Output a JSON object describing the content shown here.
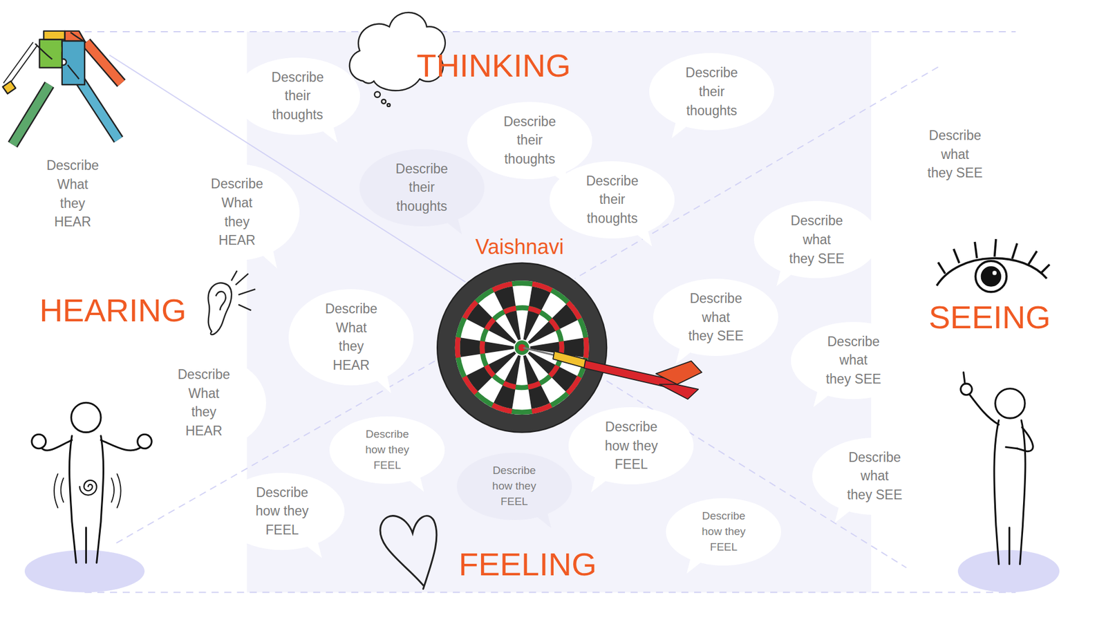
{
  "diagram": {
    "nodes": [
      {
        "text": [
          "Describe their thoughts"
        ]
      },
      {
        "text": [
          "Describe their thoughts"
        ]
      },
      {
        "text": [
          "Describe their thoughts"
        ]
      },
      {
        "text": [
          "Describe what they SEE"
        ]
      },
      {
        "text": [
          "Describe their thoughts"
        ]
      },
      {
        "text": [
          "Describe What they HEAR"
        ]
      },
      {
        "text": [
          "Describe their thoughts"
        ]
      },
      {
        "text": [
          "Describe What they HEAR"
        ]
      },
      {
        "text": [
          "Describe what they SEE"
        ]
      },
      {
        "text": [
          "Describe What they HEAR"
        ]
      },
      {
        "text": [
          "Describe what they SEE"
        ]
      },
      {
        "text": [
          "Describe what they SEE"
        ]
      },
      {
        "text": [
          "Describe What they HEAR"
        ]
      },
      {
        "text": [
          "Describe how they FEEL"
        ]
      },
      {
        "text": [
          "Describe how they FEEL"
        ]
      },
      {
        "text": [
          "Describe what they SEE"
        ]
      },
      {
        "text": [
          "Describe how they FEEL"
        ]
      },
      {
        "text": [
          "Describe how they FEEL"
        ]
      },
      {
        "text": [
          "Describe how they FEEL"
        ]
      }
    ],
    "labels": [
      "THINKING",
      "Vaishnavi",
      "HEARING",
      "SEEING",
      "FEELING"
    ]
  }
}
